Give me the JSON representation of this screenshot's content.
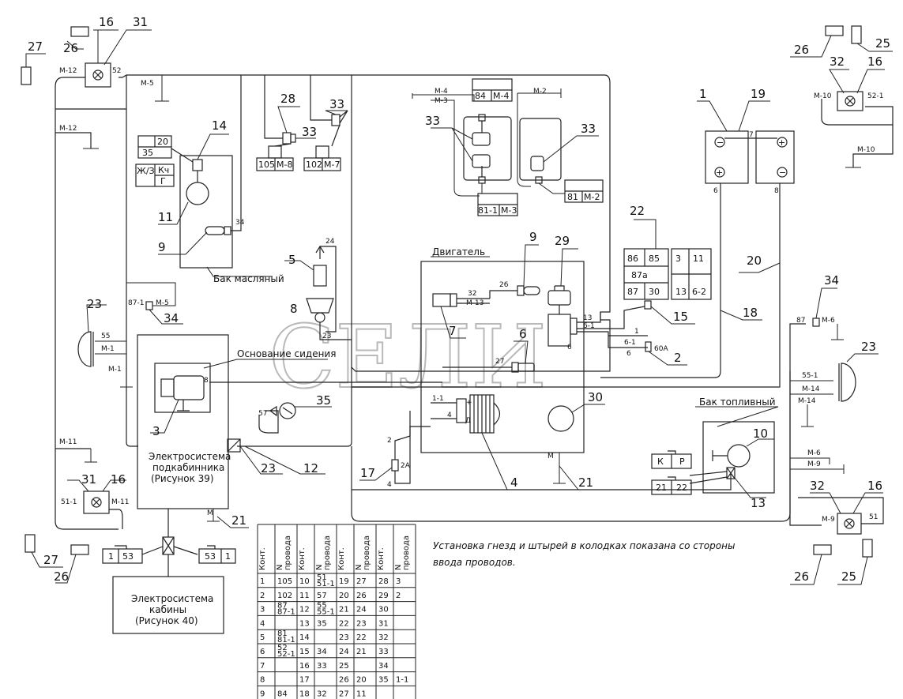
{
  "captions": {
    "engine": "Двигатель",
    "oil_tank": "Бак масляный",
    "seat_base": "Основание сидения",
    "fuel_tank": "Бак топливный",
    "sub_cab_line1": "Электросистема",
    "sub_cab_line2": "подкабинника",
    "sub_cab_line3": "(Рисунок 39)",
    "cab_line1": "Электросистема",
    "cab_line2": "кабины",
    "cab_line3": "(Рисунок 40)",
    "note_line1": "Установка гнезд и штырей в колодках показана со стороны",
    "note_line2": "ввода проводов.",
    "watermark": "СЕЛИ"
  },
  "callouts": {
    "c27l": "27",
    "c26l": "26",
    "c16l": "16",
    "c31l": "31",
    "c26r": "26",
    "c25r": "25",
    "c32r": "32",
    "c16r": "16",
    "c14": "14",
    "c11": "11",
    "c9a": "9",
    "c28": "28",
    "c33a": "33",
    "c33b": "33",
    "c33c": "33",
    "c1": "1",
    "c19": "19",
    "c22": "22",
    "c20": "20",
    "c18": "18",
    "c15": "15",
    "c2": "2",
    "c5": "5",
    "c8": "8",
    "c34a": "34",
    "c23a": "23",
    "c9b": "9",
    "c29": "29",
    "c7": "7",
    "c6": "6",
    "c30": "30",
    "c4": "4",
    "c3": "3",
    "c35": "35",
    "c23b": "23",
    "c12": "12",
    "c17": "17",
    "c21a": "21",
    "c21b": "21",
    "c31b": "31",
    "c16b": "16",
    "c27b": "27",
    "c26b": "26",
    "c34b": "34",
    "c23c": "23",
    "c10": "10",
    "c13": "13",
    "c32b": "32",
    "c16c": "16",
    "c26c": "26",
    "c25c": "25"
  },
  "wire_labels": {
    "m12a": "М-12",
    "n52a": "52",
    "m12b": "М-12",
    "m5a": "М-5",
    "m4": "М-4",
    "m3": "М-3",
    "m2": "М-2",
    "m10a": "М-10",
    "n521": "52-1",
    "m10b": "М-10",
    "n35": "35",
    "n20": "20",
    "zh3": "Ж/З",
    "kch": "Кч",
    "g": "Г",
    "n34": "34",
    "n105": "105",
    "m8": "М-8",
    "n102": "102",
    "m7": "М-7",
    "n84": "84",
    "m4b": "М-4",
    "n811": "81-1",
    "m3b": "М-3",
    "n81": "81",
    "m2b": "М-2",
    "n7": "7",
    "n6": "6",
    "n8": "8",
    "r86": "86",
    "r85": "85",
    "r87a": "87а",
    "r87": "87",
    "r30": "30",
    "f3": "3",
    "f11": "11",
    "f13": "13",
    "f62": "6-2",
    "n24": "24",
    "n23": "23",
    "n871": "87-1",
    "m5b": "М-5",
    "n55": "55",
    "m1a": "М-1",
    "m1b": "М-1",
    "n26": "26",
    "n32": "32",
    "m13": "М-13",
    "n13": "13",
    "n61": "6-1",
    "n1": "1",
    "n61b": "6-1",
    "n6b": "6",
    "f60a": "60А",
    "n6c": "6",
    "n27": "27",
    "n8b": "8",
    "n11": "1-1",
    "n4": "4",
    "n57": "57",
    "n2": "2",
    "f2a": "2А",
    "n4b": "4",
    "m11a": "М-11",
    "n511": "51-1",
    "m11b": "М-11",
    "ma": "М",
    "mb": "М",
    "n1c": "1",
    "n53": "53",
    "n53b": "53",
    "n1d": "1",
    "n87": "87",
    "m6a": "М-6",
    "n551": "55-1",
    "m14a": "М-14",
    "m14b": "М-14",
    "kk": "К",
    "pp": "Р",
    "n21": "21",
    "n22": "22",
    "m6b": "М-6",
    "m9a": "М-9",
    "m9b": "М-9",
    "n51": "51",
    "plus1": "+",
    "minus1": "−",
    "plus2": "+",
    "minus2": "−",
    "sw_p": "+",
    "sw_d": "Д"
  },
  "table": {
    "headers": [
      "Конт.",
      "N провода",
      "Конт.",
      "N провода",
      "Конт.",
      "N провода",
      "Конт.",
      "N провода"
    ],
    "rows": [
      [
        "1",
        "105",
        "10",
        "51\n51-1",
        "19",
        "27",
        "28",
        "3"
      ],
      [
        "2",
        "102",
        "11",
        "57",
        "20",
        "26",
        "29",
        "2"
      ],
      [
        "3",
        "87\n87-1",
        "12",
        "55\n55-1",
        "21",
        "24",
        "30",
        ""
      ],
      [
        "4",
        "",
        "13",
        "35",
        "22",
        "23",
        "31",
        ""
      ],
      [
        "5",
        "81\n81-1",
        "14",
        "",
        "23",
        "22",
        "32",
        ""
      ],
      [
        "6",
        "52\n52-1",
        "15",
        "34",
        "24",
        "21",
        "33",
        ""
      ],
      [
        "7",
        "",
        "16",
        "33",
        "25",
        "",
        "34",
        ""
      ],
      [
        "8",
        "",
        "17",
        "",
        "26",
        "20",
        "35",
        "1-1"
      ],
      [
        "9",
        "84",
        "18",
        "32",
        "27",
        "11",
        "",
        ""
      ]
    ]
  }
}
